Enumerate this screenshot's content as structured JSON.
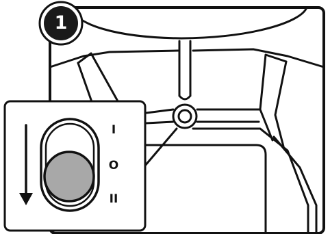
{
  "step": {
    "number": "1"
  },
  "switch": {
    "positions": [
      "I",
      "O",
      "II"
    ],
    "selected": "II",
    "knob_color": "#a8a8a8"
  },
  "colors": {
    "ink": "#111111",
    "paper": "#ffffff",
    "badge": "#1a1a1a",
    "badge_ring": "#ffffff"
  }
}
